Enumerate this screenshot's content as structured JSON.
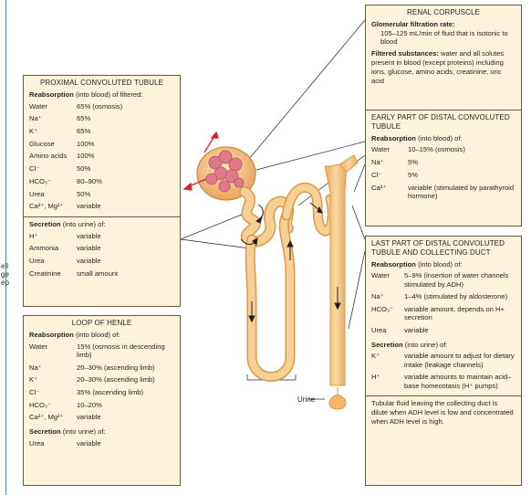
{
  "left_cutoff": [
    "ell",
    "ge",
    "ep"
  ],
  "renal": {
    "title": "RENAL CORPUSCLE",
    "gfr_label": "Glomerular filtration rate:",
    "gfr_text": "105–125 mL/min of fluid that is isotonic to blood",
    "filtered_label": "Filtered substances:",
    "filtered_text": "water and all solutes present in blood (except proteins) including ions, glucose, amino acids, creatinine, uric acid"
  },
  "proximal": {
    "title": "PROXIMAL CONVOLUTED TUBULE",
    "reab_bold": "Reabsorption",
    "reab_rest": "(into blood) of filtered:",
    "reab_rows": [
      [
        "Water",
        "65% (osmosis)"
      ],
      [
        "Na⁺",
        "65%"
      ],
      [
        "K⁺",
        "65%"
      ],
      [
        "Glucose",
        "100%"
      ],
      [
        "Amino acids",
        "100%"
      ],
      [
        "Cl⁻",
        "50%"
      ],
      [
        "HCO₃⁻",
        "80–90%"
      ],
      [
        "Urea",
        "50%"
      ],
      [
        "Ca²⁺, Mg²⁺",
        "variable"
      ]
    ],
    "sec_bold": "Secretion",
    "sec_rest": "(into urine) of:",
    "sec_rows": [
      [
        "H⁺",
        "variable"
      ],
      [
        "Ammonia",
        "variable"
      ],
      [
        "Urea",
        "variable"
      ],
      [
        "Creatinine",
        "small amount"
      ]
    ]
  },
  "henle": {
    "title": "LOOP OF HENLE",
    "reab_bold": "Reabsorption",
    "reab_rest": "(into blood) of:",
    "reab_rows": [
      [
        "Water",
        "15% (osmosis in descending limb)"
      ],
      [
        "Na⁺",
        "20–30% (ascending limb)"
      ],
      [
        "K⁺",
        "20–30% (ascending limb)"
      ],
      [
        "Cl⁻",
        "35% (ascending limb)"
      ],
      [
        "HCO₃⁻",
        "10–20%"
      ],
      [
        "Ca²⁺, Mg²⁺",
        "variable"
      ]
    ],
    "sec_bold": "Secretion",
    "sec_rest": "(into urine) of:",
    "sec_rows": [
      [
        "Urea",
        "variable"
      ]
    ]
  },
  "early_distal": {
    "title": "EARLY PART OF DISTAL CONVOLUTED TUBULE",
    "reab_bold": "Reabsorption",
    "reab_rest": "(into blood) of:",
    "reab_rows": [
      [
        "Water",
        "10–15% (osmosis)"
      ],
      [
        "Na⁺",
        "5%"
      ],
      [
        "Cl⁻",
        "5%"
      ],
      [
        "Ca²⁺",
        "variable (stimulated by parathyroid hormone)"
      ]
    ]
  },
  "late_distal": {
    "title": "LAST PART OF DISTAL CONVOLUTED TUBULE AND COLLECTING DUCT",
    "reab_bold": "Reabsorption",
    "reab_rest": "(into blood) of:",
    "reab_rows": [
      [
        "Water",
        "5–9% (insertion of water channels stimulated by ADH)"
      ],
      [
        "Na⁺",
        "1–4% (stimulated by aldosterone)"
      ],
      [
        "HCO₃⁻",
        "variable amount, depends on H+ secretion"
      ],
      [
        "Urea",
        "variable"
      ]
    ],
    "sec_bold": "Secretion",
    "sec_rest": "(into urine) of:",
    "sec_rows": [
      [
        "K⁺",
        "variable amount to adjust for dietary intake (leakage channels)"
      ],
      [
        "H⁺",
        "variable amounts to maintain acid–base homeostasis (H⁺ pumps)"
      ]
    ],
    "note": "Tubular fluid leaving the collecting duct is dilute when ADH level is low and concentrated when ADH level is high."
  },
  "urine_label": "Urine",
  "colors": {
    "panel_bg": "#fdf3dc",
    "tubule": "#f6c680",
    "tubule_edge": "#d99a4a",
    "glomerulus": "#e07a8a",
    "arrow_red": "#d8202a"
  }
}
